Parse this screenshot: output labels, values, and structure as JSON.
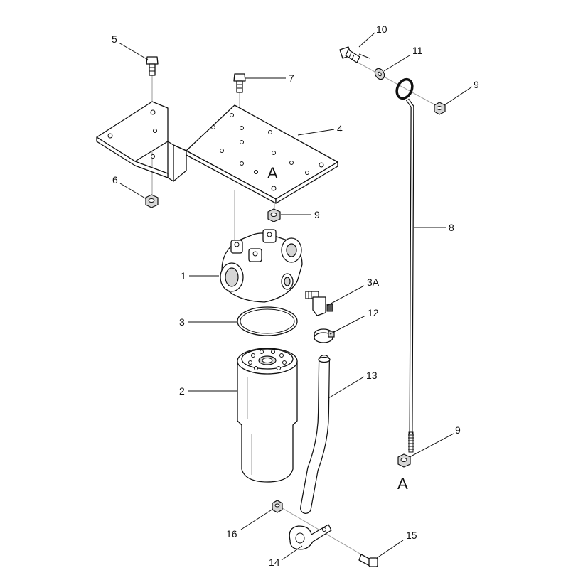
{
  "callouts": {
    "c1": "1",
    "c2": "2",
    "c3": "3",
    "c3a": "3A",
    "c4": "4",
    "c5": "5",
    "c6": "6",
    "c7": "7",
    "c8": "8",
    "c9a": "9",
    "c9b": "9",
    "c9c": "9",
    "c10": "10",
    "c11": "11",
    "c12": "12",
    "c13": "13",
    "c14": "14",
    "c15": "15",
    "c16": "16"
  },
  "reference_marks": {
    "bracket": "A",
    "dipstick": "A"
  },
  "colors": {
    "line": "#111111",
    "shade": "#d6d6d6",
    "axis": "#9a9a9a"
  }
}
